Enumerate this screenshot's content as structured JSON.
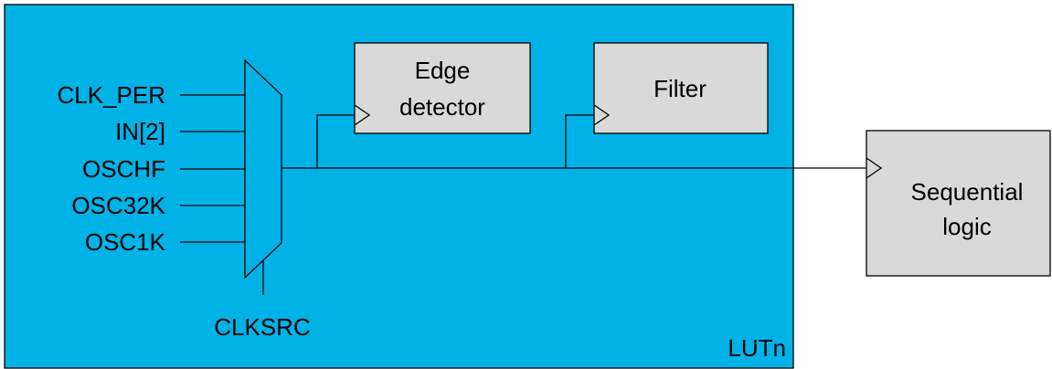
{
  "colors": {
    "container": "#00b2e6",
    "block": "#d9d9d9",
    "line": "#000000"
  },
  "mux": {
    "inputs": [
      "CLK_PER",
      "IN[2]",
      "OSCHF",
      "OSC32K",
      "OSC1K"
    ],
    "select_label": "CLKSRC"
  },
  "container_label": "LUTn",
  "blocks": {
    "edge_detector": [
      "Edge",
      "detector"
    ],
    "filter": [
      "Filter"
    ],
    "sequential_logic": [
      "Sequential",
      "logic"
    ]
  }
}
